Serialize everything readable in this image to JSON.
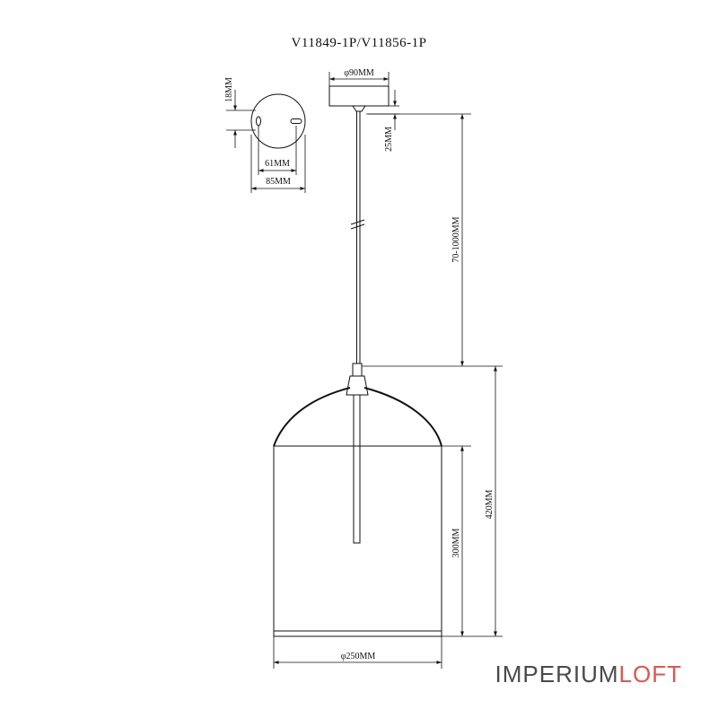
{
  "title": "V11849-1P/V11856-1P",
  "labels": {
    "canopy_diameter": "φ90MM",
    "canopy_height": "18MM",
    "canopy_offset": "25MM",
    "mount_hole_spacing": "61MM",
    "mount_plate_width": "85MM",
    "cord_length": "70-1000MM",
    "total_height": "420MM",
    "shade_height": "300MM",
    "shade_diameter": "φ250MM"
  },
  "brand": {
    "part1": "IMPERIUM",
    "part2": "LOFT",
    "color1": "#4a4a4a",
    "color2": "#e0564f"
  }
}
